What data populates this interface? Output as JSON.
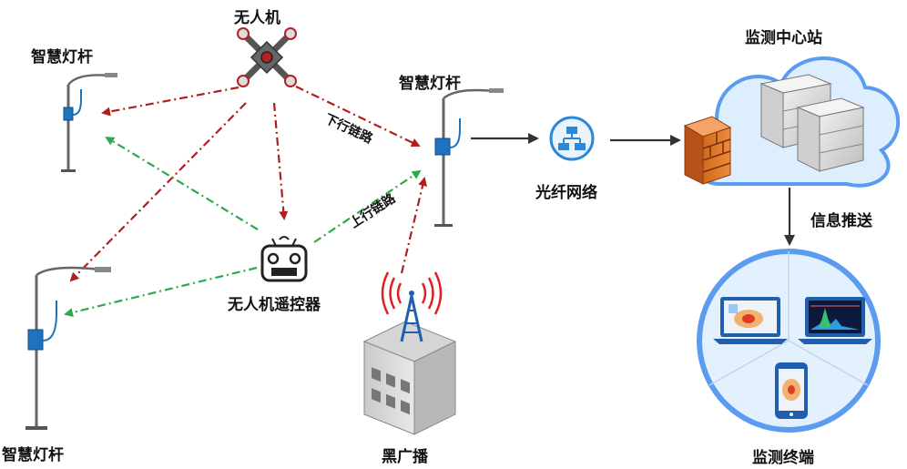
{
  "labels": {
    "drone": "无人机",
    "pole_top_left": "智慧灯杆",
    "pole_center": "智慧灯杆",
    "pole_bottom_left": "智慧灯杆",
    "controller": "无人机遥控器",
    "black_broadcast": "黑广播",
    "fiber_network": "光纤网络",
    "monitoring_center": "监测中心站",
    "info_push": "信息推送",
    "monitoring_terminal": "监测终端",
    "downlink": "下行链路",
    "uplink": "上行链路"
  },
  "colors": {
    "downlink_line": "#b01e1e",
    "uplink_line": "#2ea84a",
    "arrow_dark": "#333333",
    "cloud_border": "#5b9bf0",
    "cloud_fill": "#ddeeff",
    "circle_border": "#5b9bf0",
    "circle_fill": "#e3f0fd"
  }
}
